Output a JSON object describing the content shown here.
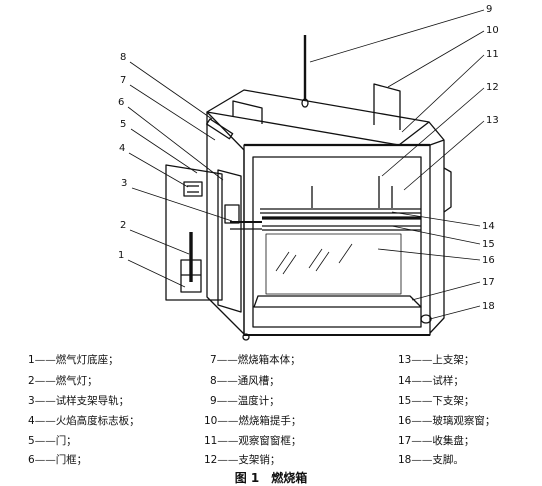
{
  "figure": {
    "caption_label": "图 1",
    "caption_title": "燃烧箱"
  },
  "callouts": [
    "1",
    "2",
    "3",
    "4",
    "5",
    "6",
    "7",
    "8",
    "9",
    "10",
    "11",
    "12",
    "13",
    "14",
    "15",
    "16",
    "17",
    "18"
  ],
  "legend": {
    "col1": [
      {
        "num": "1",
        "dash": "——",
        "text": "燃气灯底座；"
      },
      {
        "num": "2",
        "dash": "——",
        "text": "燃气灯；"
      },
      {
        "num": "3",
        "dash": "——",
        "text": "试样支架导轨；"
      },
      {
        "num": "4",
        "dash": "——",
        "text": "火焰高度标志板；"
      },
      {
        "num": "5",
        "dash": "——",
        "text": "门；"
      },
      {
        "num": "6",
        "dash": "——",
        "text": "门框；"
      }
    ],
    "col2": [
      {
        "num": "7",
        "dash": "——",
        "text": "燃烧箱本体；"
      },
      {
        "num": "8",
        "dash": "——",
        "text": "通风槽；"
      },
      {
        "num": "9",
        "dash": "——",
        "text": "温度计；"
      },
      {
        "num": "10",
        "dash": "——",
        "text": "燃烧箱提手；"
      },
      {
        "num": "11",
        "dash": "——",
        "text": "观察窗窗框；"
      },
      {
        "num": "12",
        "dash": "——",
        "text": "支架销；"
      }
    ],
    "col3": [
      {
        "num": "13",
        "dash": "——",
        "text": "上支架；"
      },
      {
        "num": "14",
        "dash": "——",
        "text": "试样；"
      },
      {
        "num": "15",
        "dash": "——",
        "text": "下支架；"
      },
      {
        "num": "16",
        "dash": "——",
        "text": "玻璃观察窗；"
      },
      {
        "num": "17",
        "dash": "——",
        "text": "收集盘；"
      },
      {
        "num": "18",
        "dash": "——",
        "text": "支脚。"
      }
    ]
  }
}
